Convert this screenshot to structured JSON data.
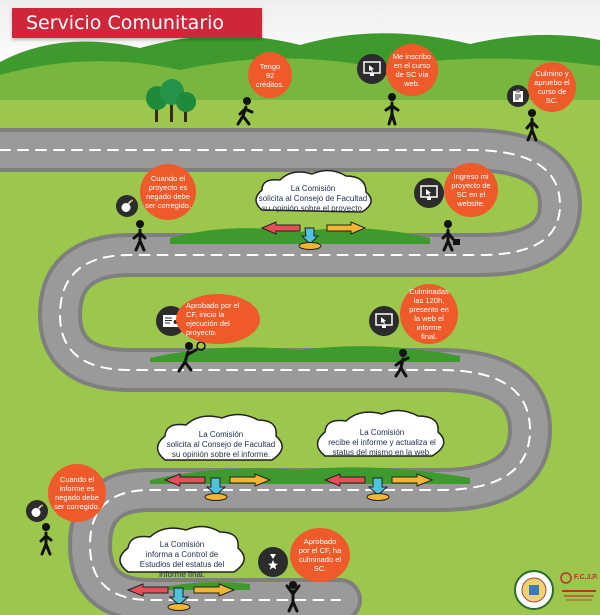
{
  "title": "Servicio Comunitario",
  "bubbles": {
    "b1": [
      "Tengo",
      "92",
      "créditos."
    ],
    "b2": [
      "Me inscribo",
      "en el curso",
      "de SC vía",
      "web."
    ],
    "b3": [
      "Culmino y",
      "apruebo el",
      "curso de",
      "SC."
    ],
    "b4": [
      "Cuando el",
      "proyecto es",
      "negado debe",
      "ser corregido."
    ],
    "b5": [
      "Ingreso mi",
      "proyecto de",
      "SC en el",
      "website."
    ],
    "b6": [
      "Aprobado por el",
      "CF, inicio la",
      "ejecución del",
      "proyecto."
    ],
    "b7": [
      "Culminadas",
      "las 120h,",
      "presento en",
      "la web el",
      "informe",
      "final."
    ],
    "b8": [
      "Cuando el",
      "informe es",
      "negado debe",
      "ser corregido."
    ],
    "b9": [
      "Aprobado",
      "por el CF, ha",
      "culminado el",
      "SC."
    ]
  },
  "clouds": {
    "c1": [
      "La Comisión",
      "solicita al Consejo de Facultad",
      "su opinión sobre el proyecto."
    ],
    "c2": [
      "La Comisión",
      "solicita al Consejo de Facultad",
      "su opinión sobre el informe."
    ],
    "c3": [
      "La Comisión",
      "recibe el informe y actualiza el",
      "status del mismo en la web."
    ],
    "c4": [
      "La Comisión",
      "informa a Control de",
      "Estudios del estatus del",
      "informe final."
    ]
  },
  "logos": {
    "fcjp": "F.C.J.P."
  },
  "colors": {
    "bubble": "#ef5a2b",
    "title_banner": "#d0263a",
    "grass": "#9cc64c",
    "road": "#7f7f7f",
    "cloud_text": "#1d2d4a"
  },
  "icons": [
    "monitor-cursor-icon",
    "clipboard-icon",
    "bomb-icon",
    "certificate-icon",
    "medal-icon"
  ]
}
